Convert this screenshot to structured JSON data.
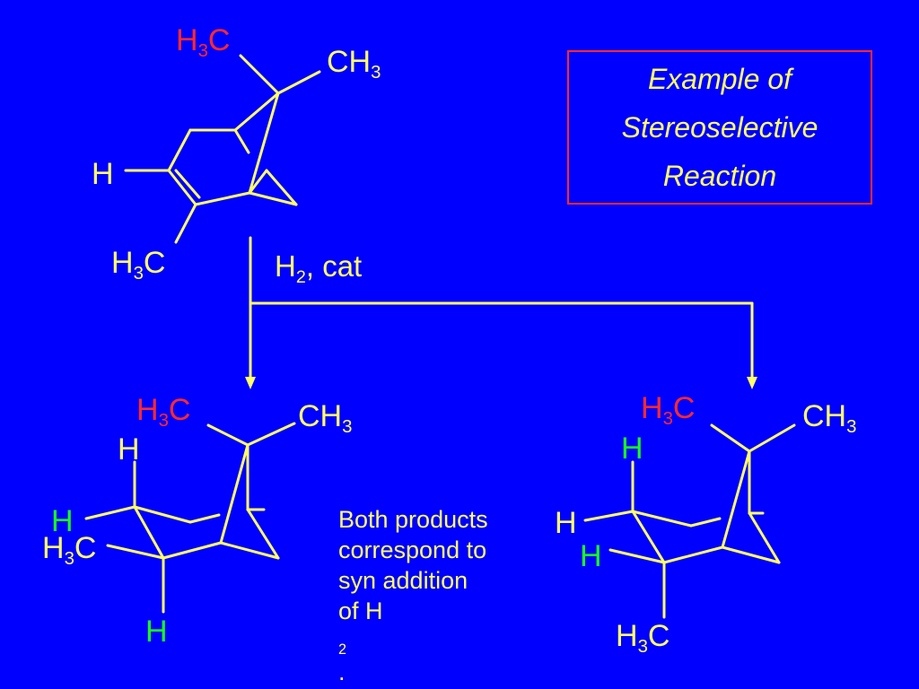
{
  "title_box": {
    "lines": [
      "Example of",
      "Stereoselective",
      "Reaction"
    ],
    "border_color": "#ff2a2a"
  },
  "reagent": {
    "main": "H",
    "sub": "2",
    "rest": ", cat"
  },
  "note": {
    "lines": [
      "Both products",
      "correspond to",
      "syn addition"
    ],
    "last_prefix": "of H",
    "last_sub": "2",
    "last_suffix": "."
  },
  "labels": {
    "methyl_main": "H",
    "methyl_sub": "3",
    "methyl_c": "C",
    "ch3_main": "CH",
    "ch3_sub": "3",
    "hydrogen": "H"
  },
  "colors": {
    "background": "#0000ff",
    "bond": "#ffff66",
    "highlight_methyl": "#ff2a2a",
    "added_hydrogen": "#1aff1a"
  }
}
